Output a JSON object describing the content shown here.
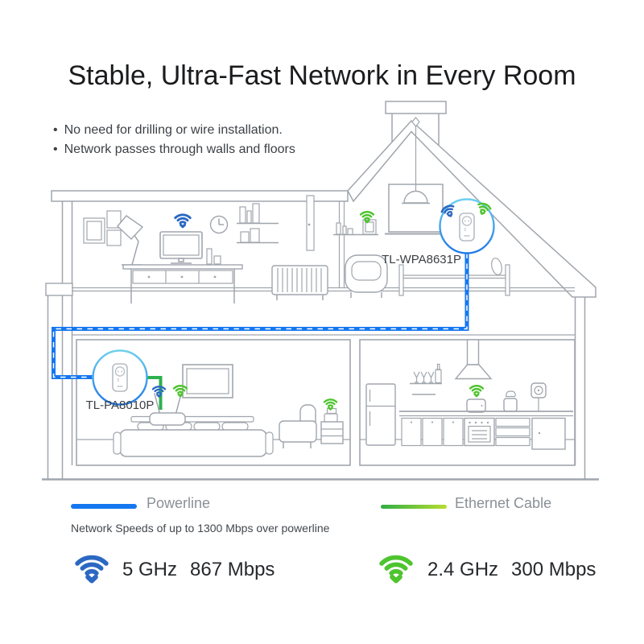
{
  "title": "Stable, Ultra-Fast Network in Every Room",
  "bullets": [
    "No need for drilling or wire installation.",
    "Network passes through walls and floors"
  ],
  "devices": [
    {
      "label": "TL-WPA8631P"
    },
    {
      "label": "TL-PA8010P"
    }
  ],
  "legend": {
    "powerline": {
      "label": "Powerline"
    },
    "ethernet": {
      "label": "Ethernet Cable"
    },
    "note": "Network Speeds of up to 1300 Mbps over powerline"
  },
  "bands": [
    {
      "band": "5 GHz",
      "speed": "867 Mbps"
    },
    {
      "band": "2.4 GHz",
      "speed": "300 Mbps"
    }
  ],
  "icons": {
    "wifi_blue": "wifi-icon-blue",
    "wifi_green": "wifi-icon-green",
    "powerline_adapter": "powerline-adapter-icon"
  },
  "colors": {
    "wifi_blue": "#2b68c2",
    "wifi_green": "#4ec42f",
    "pl_blue": "#1577f0",
    "eth_green": "#2db14e",
    "eth_a": "#2fae46",
    "eth_b": "#b8dd30",
    "art_gray": "#a0a6ad",
    "circle_a": "#6fd0ee",
    "circle_b": "#1d78e8"
  }
}
